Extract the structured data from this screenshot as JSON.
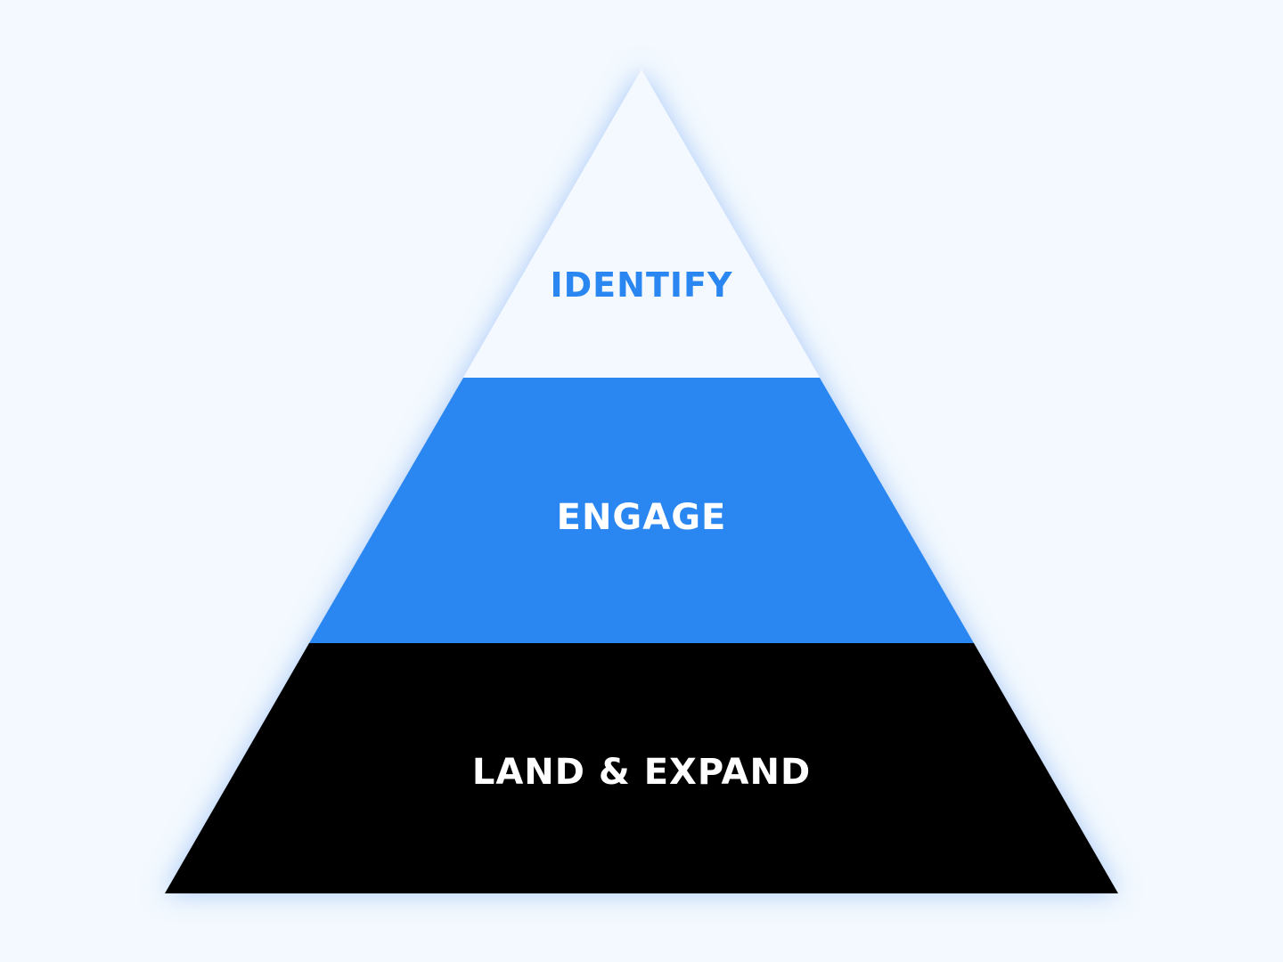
{
  "colors": {
    "background": "#f3f9fe",
    "glow": "#8fb8f5"
  },
  "pyramid": {
    "tiers": [
      {
        "label": "IDENTIFY",
        "fill": "#f3f9fe",
        "text_color": "#2a86f0"
      },
      {
        "label": "ENGAGE",
        "fill": "#2a86f0",
        "text_color": "#ffffff"
      },
      {
        "label": "LAND & EXPAND",
        "fill": "#000000",
        "text_color": "#ffffff"
      }
    ]
  }
}
